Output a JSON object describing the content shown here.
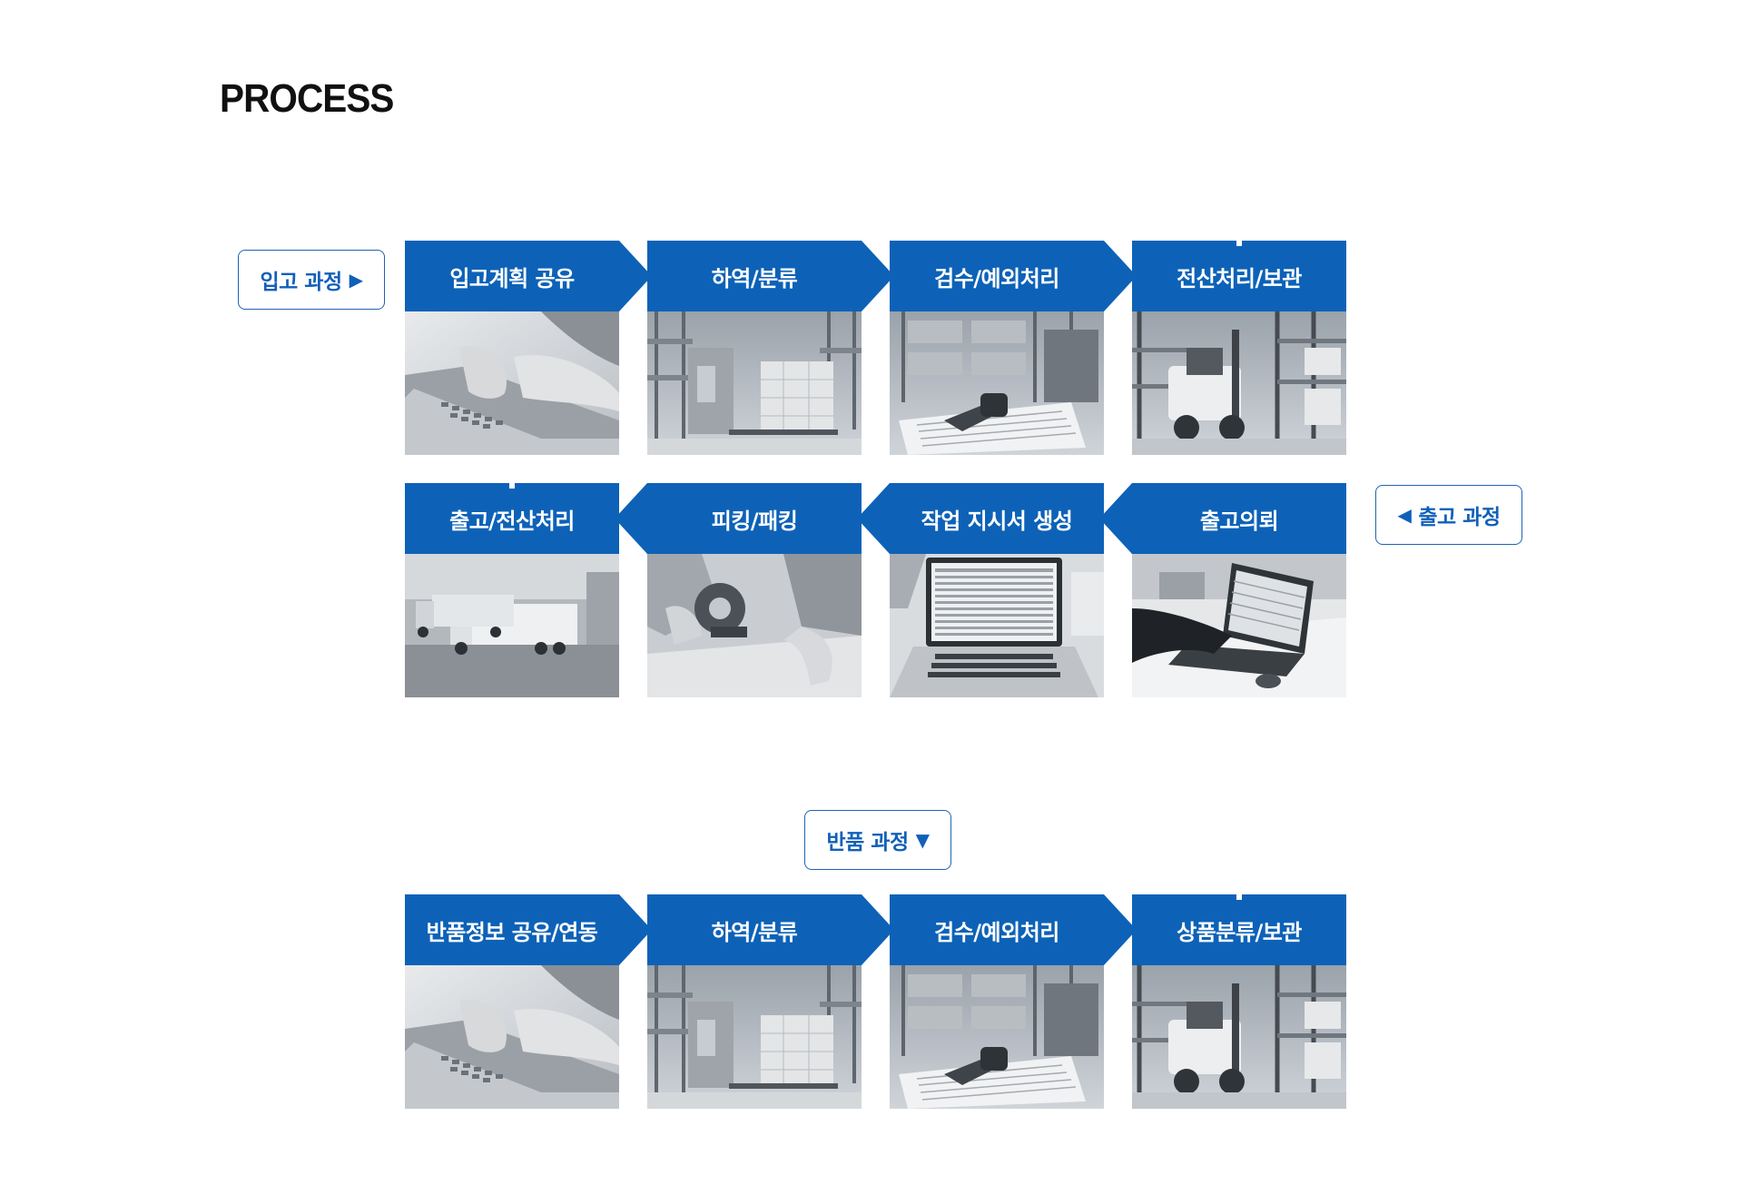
{
  "title": "PROCESS",
  "inbound": {
    "label": "입고 과정",
    "arrow": "▶",
    "steps": [
      {
        "label": "입고계획 공유",
        "image": "laptop-typing-photo"
      },
      {
        "label": "하역/분류",
        "image": "pallet-jack-warehouse-photo"
      },
      {
        "label": "검수/예외처리",
        "image": "barcode-scanner-clipboard-photo"
      },
      {
        "label": "전산처리/보관",
        "image": "forklift-warehouse-photo"
      }
    ]
  },
  "outbound": {
    "label": "출고 과정",
    "arrow": "◀",
    "steps": [
      {
        "label": "출고/전산처리",
        "image": "trucks-loading-dock-photo"
      },
      {
        "label": "피킹/패킹",
        "image": "tape-dispenser-packing-photo"
      },
      {
        "label": "작업 지시서 생성",
        "image": "laptop-spreadsheet-photo"
      },
      {
        "label": "출고의뢰",
        "image": "office-laptop-mouse-photo"
      }
    ]
  },
  "returns": {
    "label": "반품 과정",
    "arrow": "▼",
    "steps": [
      {
        "label": "반품정보 공유/연동",
        "image": "laptop-typing-photo"
      },
      {
        "label": "하역/분류",
        "image": "pallet-jack-warehouse-photo"
      },
      {
        "label": "검수/예외처리",
        "image": "barcode-scanner-clipboard-photo"
      },
      {
        "label": "상품분류/보관",
        "image": "forklift-warehouse-photo"
      }
    ]
  },
  "colors": {
    "accent": "#0d62b7",
    "label_text": "#1160b8",
    "label_border": "#1f63b4",
    "title": "#111111"
  }
}
